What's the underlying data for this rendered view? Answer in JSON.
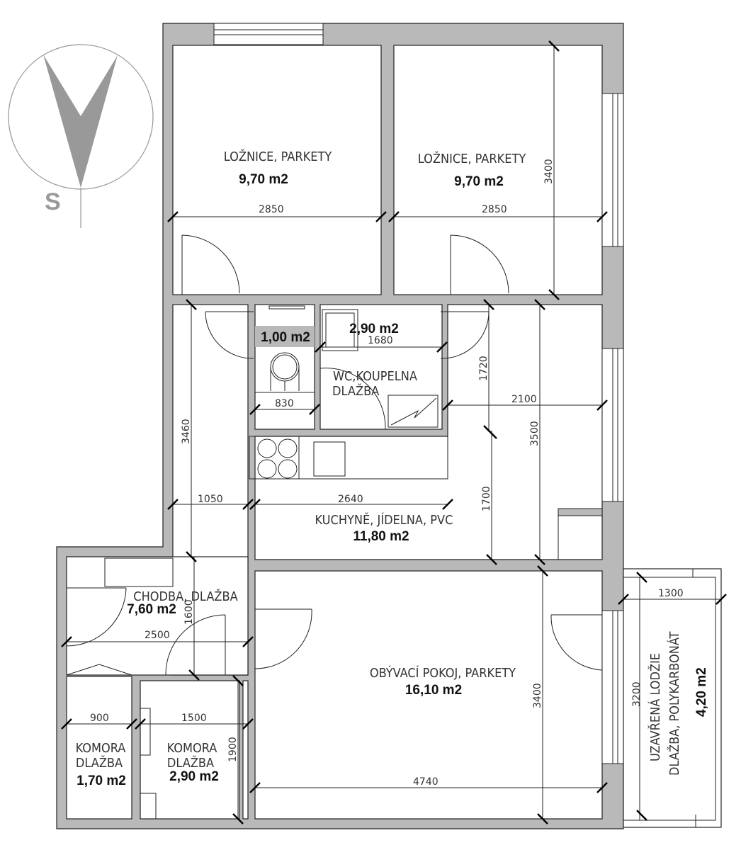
{
  "compass": {
    "label": "S",
    "icon": "north-arrow-icon"
  },
  "colors": {
    "wall": "#b9b9b9",
    "line": "#222222",
    "text": "#333333",
    "compass": "#999999"
  },
  "rooms": {
    "bedroom_left": {
      "name": "LOŽNICE, PARKETY",
      "area": "9,70 m2",
      "width": "2850"
    },
    "bedroom_right": {
      "name": "LOŽNICE, PARKETY",
      "area": "9,70 m2",
      "width": "2850",
      "depth": "3400"
    },
    "wc": {
      "area": "1,00 m2",
      "width": "830"
    },
    "bathroom": {
      "name_line1": "WC,KOUPELNA",
      "name_line2": "DLAŽBA",
      "area": "2,90 m2",
      "width": "1680"
    },
    "kitchen": {
      "name": "KUCHYNĚ, JÍDELNA, PVC",
      "area": "11,80 m2",
      "width": "2640",
      "dim_upper": "1720",
      "dim_lower": "1700",
      "depth": "3500",
      "dim_right": "2100"
    },
    "hallway": {
      "name": "CHODBA, DLAŽBA",
      "area": "7,60 m2",
      "width": "2500",
      "width_upper": "1050",
      "length": "3460",
      "dim_short": "1600"
    },
    "storage_left": {
      "name_line1": "KOMORA",
      "name_line2": "DLAŽBA",
      "area": "1,70 m2",
      "width": "900"
    },
    "storage_right": {
      "name_line1": "KOMORA",
      "name_line2": "DLAŽBA",
      "area": "2,90 m2",
      "width": "1500",
      "depth": "1900"
    },
    "living": {
      "name": "OBÝVACÍ POKOJ, PARKETY",
      "area": "16,10 m2",
      "width": "4740",
      "depth": "3400"
    },
    "loggia": {
      "name_line1": "UZAVŘENÁ LODŽIE",
      "name_line2": "DLAŽBA, POLYKARBONÁT",
      "area": "4,20 m2",
      "width": "1300",
      "length": "3200"
    }
  }
}
